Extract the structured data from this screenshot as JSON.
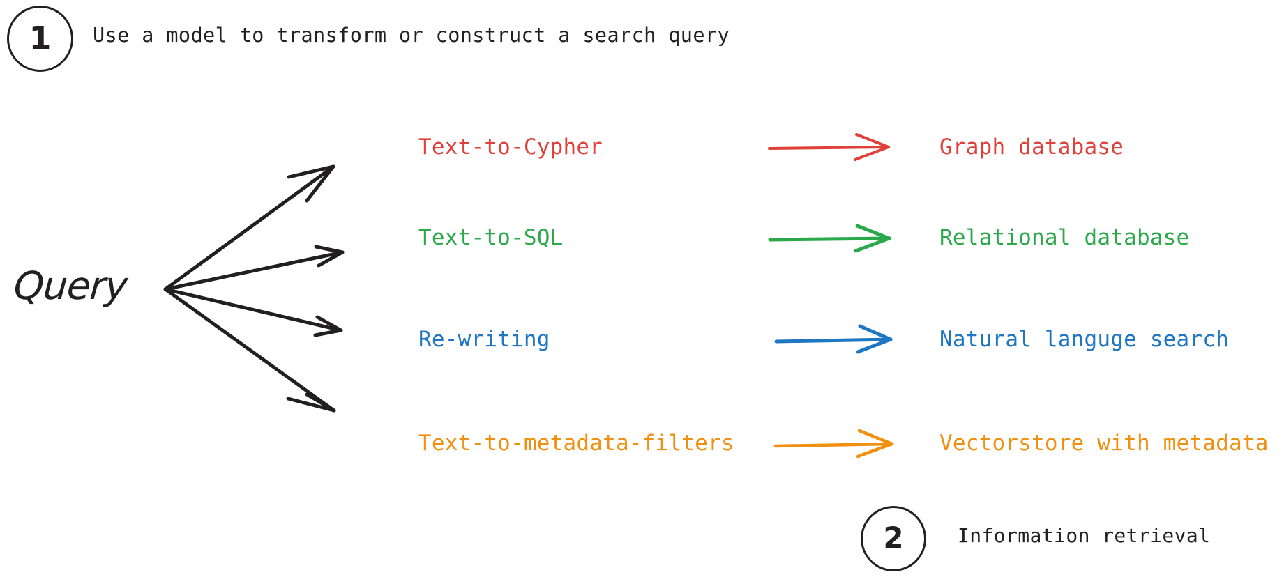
{
  "steps": [
    {
      "number": "1",
      "caption": "Use a model to transform or construct a search query"
    },
    {
      "number": "2",
      "caption": "Information retrieval"
    }
  ],
  "source": {
    "label": "Query",
    "icon": "fan-out-arrows-icon",
    "branch_count": 4
  },
  "colors": {
    "ink": "#231f20",
    "red": "#e0403a",
    "green": "#2aa84a",
    "blue": "#1f77c4",
    "orange": "#f09010"
  },
  "rows": [
    {
      "method": "Text-to-Cypher",
      "target": "Graph database",
      "color": "#e0403a",
      "arrow_icon": "right-arrow-icon"
    },
    {
      "method": "Text-to-SQL",
      "target": "Relational database",
      "color": "#2aa84a",
      "arrow_icon": "right-arrow-icon"
    },
    {
      "method": "Re-writing",
      "target": "Natural languge search",
      "color": "#1f77c4",
      "arrow_icon": "right-arrow-icon"
    },
    {
      "method": "Text-to-metadata-filters",
      "target": "Vectorstore with metadata",
      "color": "#f09010",
      "arrow_icon": "right-arrow-icon"
    }
  ]
}
